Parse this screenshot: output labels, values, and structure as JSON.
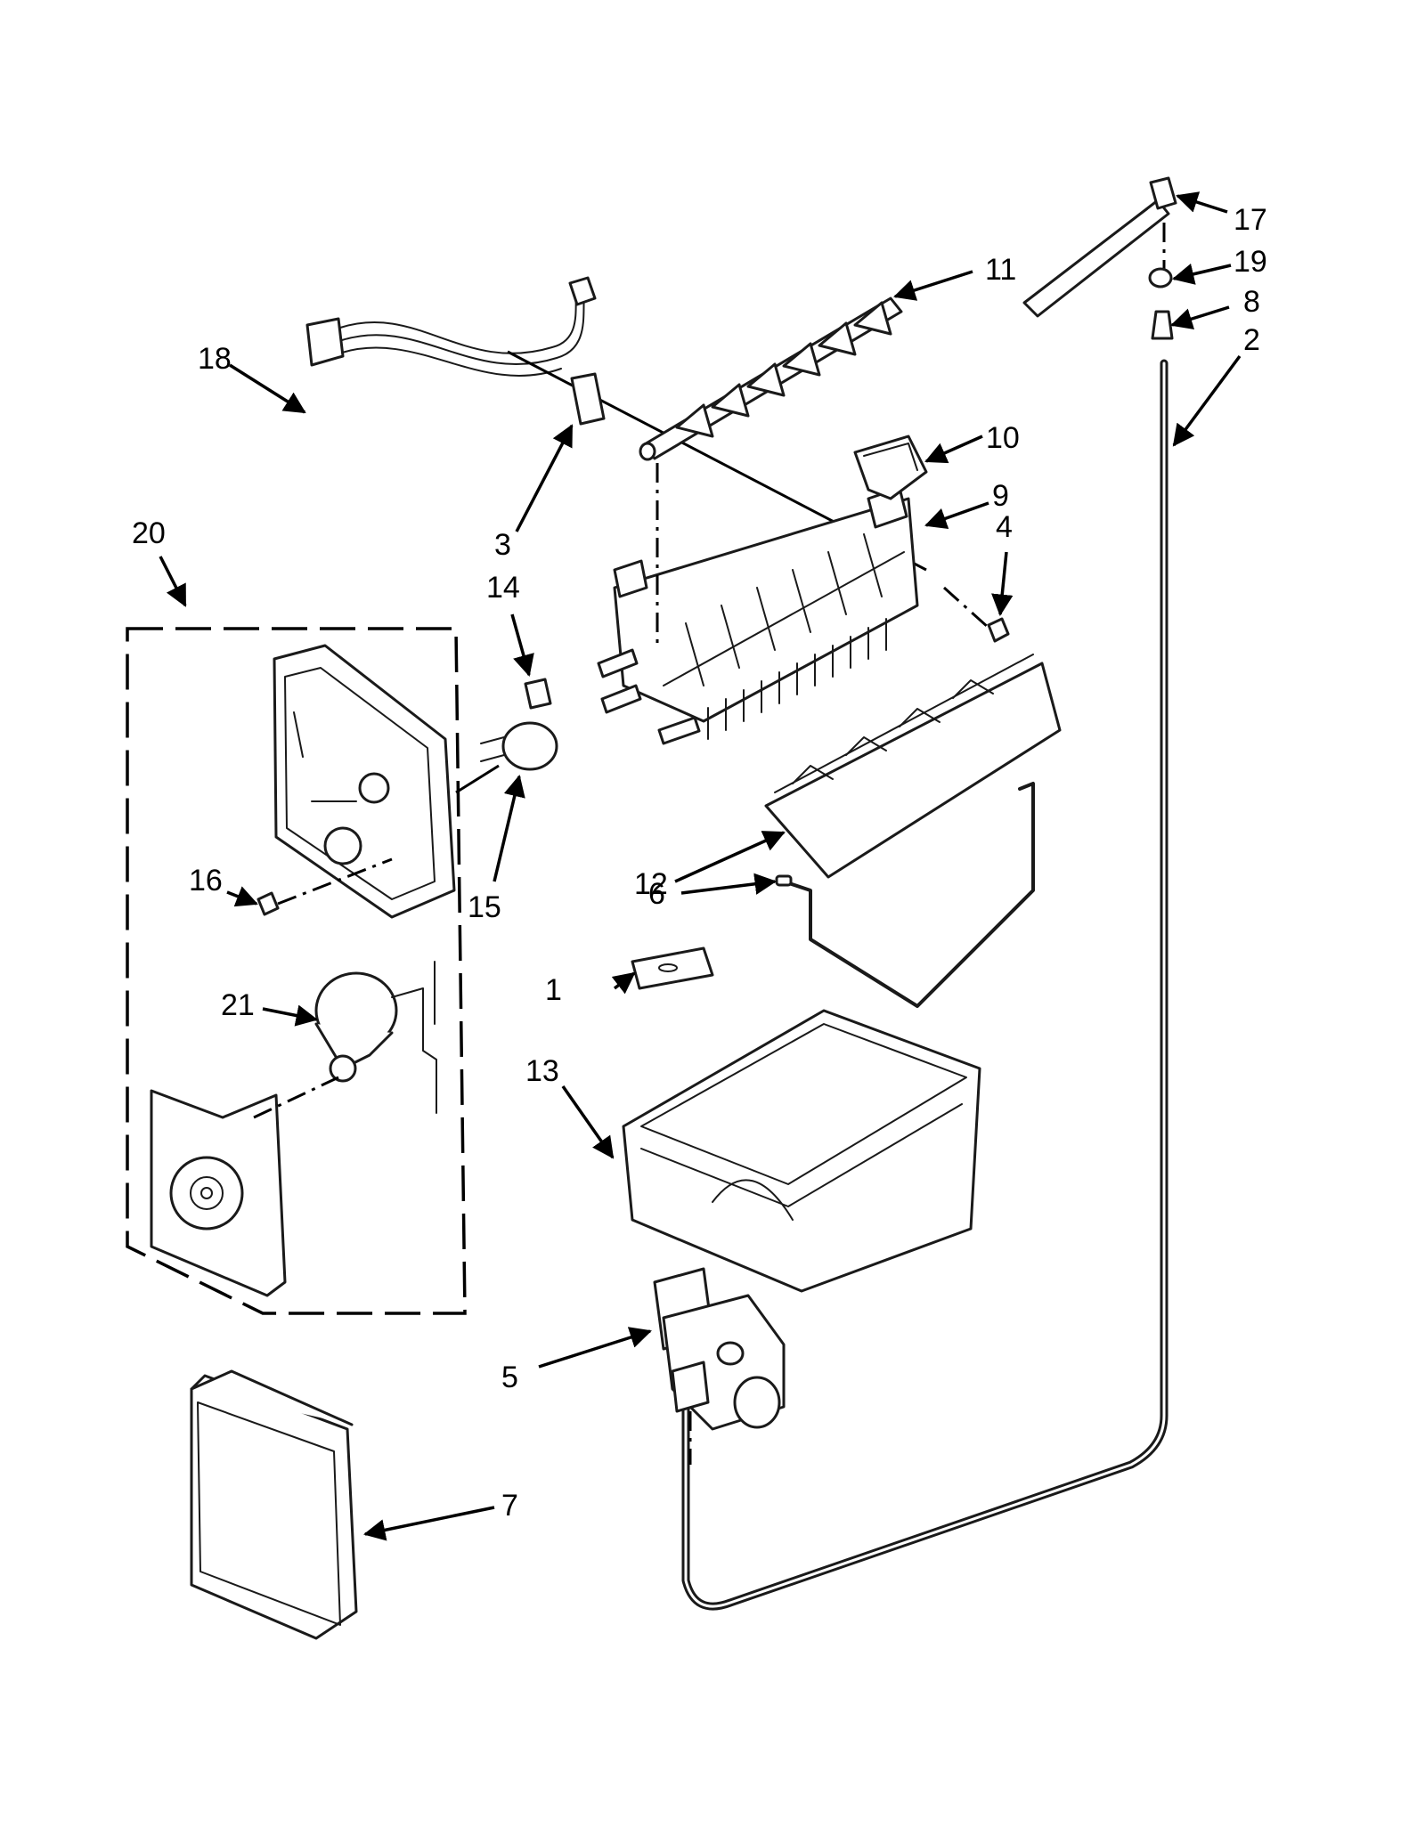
{
  "callouts": [
    {
      "id": "c1",
      "text": "1"
    },
    {
      "id": "c2",
      "text": "2"
    },
    {
      "id": "c3",
      "text": "3"
    },
    {
      "id": "c4",
      "text": "4"
    },
    {
      "id": "c5",
      "text": "5"
    },
    {
      "id": "c6",
      "text": "6"
    },
    {
      "id": "c7",
      "text": "7"
    },
    {
      "id": "c8",
      "text": "8"
    },
    {
      "id": "c9",
      "text": "9"
    },
    {
      "id": "c10",
      "text": "10"
    },
    {
      "id": "c11",
      "text": "11"
    },
    {
      "id": "c12",
      "text": "12"
    },
    {
      "id": "c13",
      "text": "13"
    },
    {
      "id": "c14",
      "text": "14"
    },
    {
      "id": "c15",
      "text": "15"
    },
    {
      "id": "c16",
      "text": "16"
    },
    {
      "id": "c17",
      "text": "17"
    },
    {
      "id": "c18",
      "text": "18"
    },
    {
      "id": "c19",
      "text": "19"
    },
    {
      "id": "c20",
      "text": "20"
    },
    {
      "id": "c21",
      "text": "21"
    }
  ],
  "colors": {
    "line": "#1a1a1a",
    "background": "#ffffff"
  }
}
